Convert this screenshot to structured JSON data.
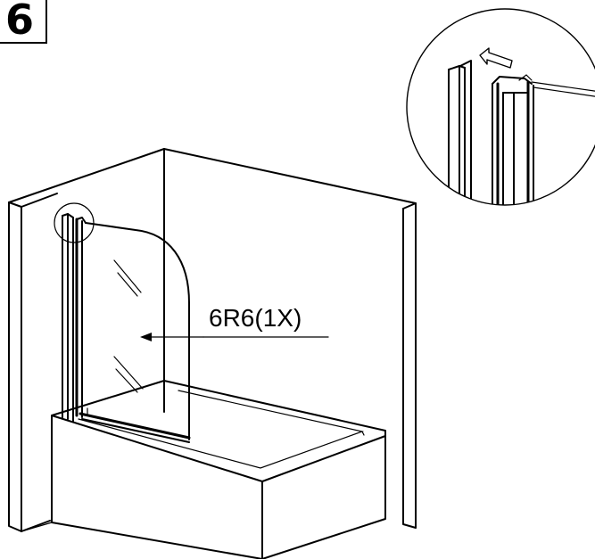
{
  "step": {
    "number": "6"
  },
  "callout": {
    "part_label": "6R6(1X)"
  },
  "icons": {
    "detail": "magnified-profile-detail",
    "direction": "insert-direction-arrow"
  }
}
